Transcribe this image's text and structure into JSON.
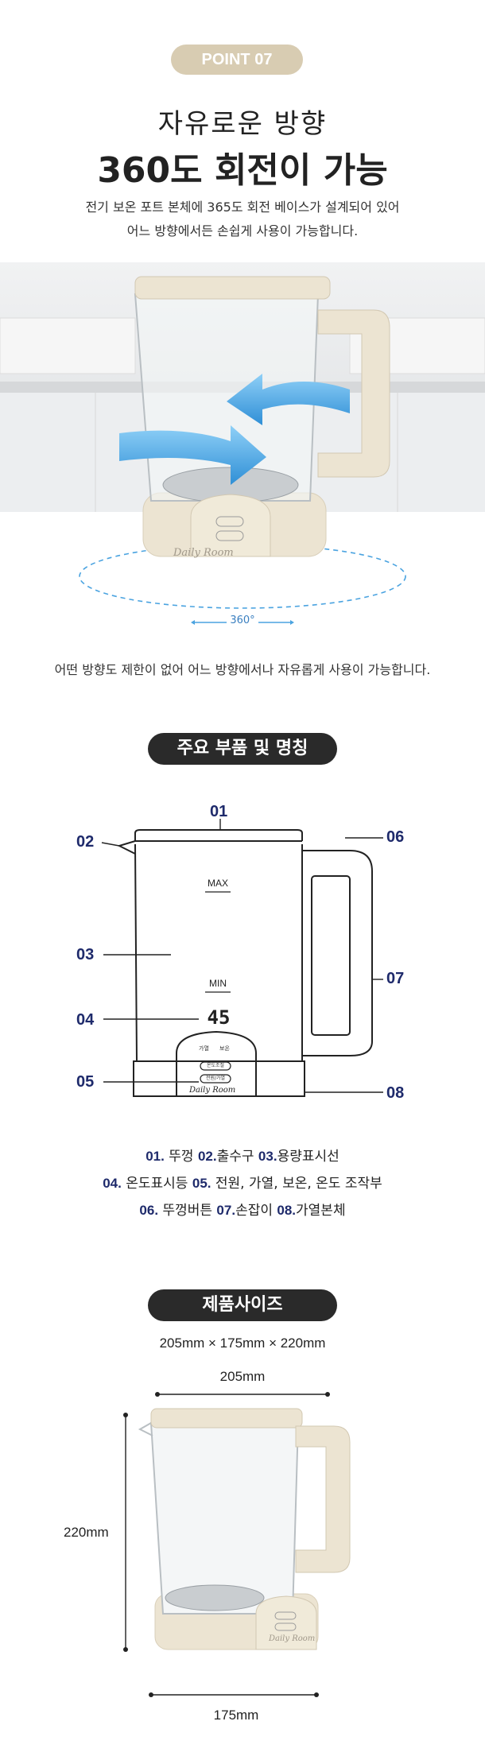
{
  "point_badge": "POINT 07",
  "heading_sub": "자유로운 방향",
  "heading_main": "360도 회전이 가능",
  "intro_lines": [
    "전기 보온 포트 본체에 365도 회전 베이스가 설계되어 있어",
    "어느 방향에서든 손쉽게 사용이 가능합니다."
  ],
  "product_brand": "Daily Room",
  "rotation_label": "360°",
  "rotation_caption": "어떤 방향도 제한이 없어 어느 방향에서나 자유롭게 사용이 가능합니다.",
  "parts": {
    "title": "주요 부품 및 명칭",
    "callouts": [
      "01",
      "02",
      "03",
      "04",
      "05",
      "06",
      "07",
      "08"
    ],
    "max_label": "MAX",
    "min_label": "MIN",
    "display_value": "45",
    "panel_labels": [
      "가열",
      "보온",
      "온도조절",
      "전원/가열"
    ],
    "legend_lines": [
      [
        {
          "num": "01.",
          "text": " 뚜껑 "
        },
        {
          "num": "02.",
          "text": "출수구 "
        },
        {
          "num": "03.",
          "text": "용량표시선"
        }
      ],
      [
        {
          "num": "04.",
          "text": " 온도표시등 "
        },
        {
          "num": "05.",
          "text": " 전원, 가열, 보온, 온도 조작부"
        }
      ],
      [
        {
          "num": "06.",
          "text": " 뚜껑버튼 "
        },
        {
          "num": "07.",
          "text": "손잡이 "
        },
        {
          "num": "08.",
          "text": "가열본체"
        }
      ]
    ]
  },
  "size": {
    "title": "제품사이즈",
    "summary": "205mm × 175mm × 220mm",
    "width": "205mm",
    "height": "220mm",
    "depth": "175mm"
  },
  "colors": {
    "badge": "#d8ccb2",
    "callout": "#1e2a6b",
    "pill": "#2a2a2a",
    "arrow": "#4aa3e0",
    "kettle_body": "#ece4d2"
  }
}
